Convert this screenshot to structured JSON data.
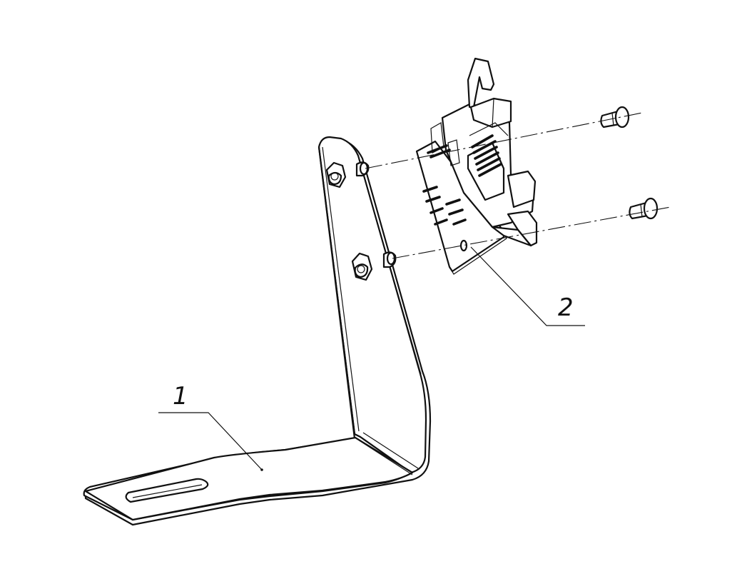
{
  "drawing": {
    "callouts": [
      {
        "id": "callout-1",
        "label": "1"
      },
      {
        "id": "callout-2",
        "label": "2"
      }
    ],
    "parts": [
      "bracket",
      "hex-nut",
      "hex-nut",
      "circuit-board-connector",
      "rivet-pin",
      "rivet-pin"
    ]
  }
}
